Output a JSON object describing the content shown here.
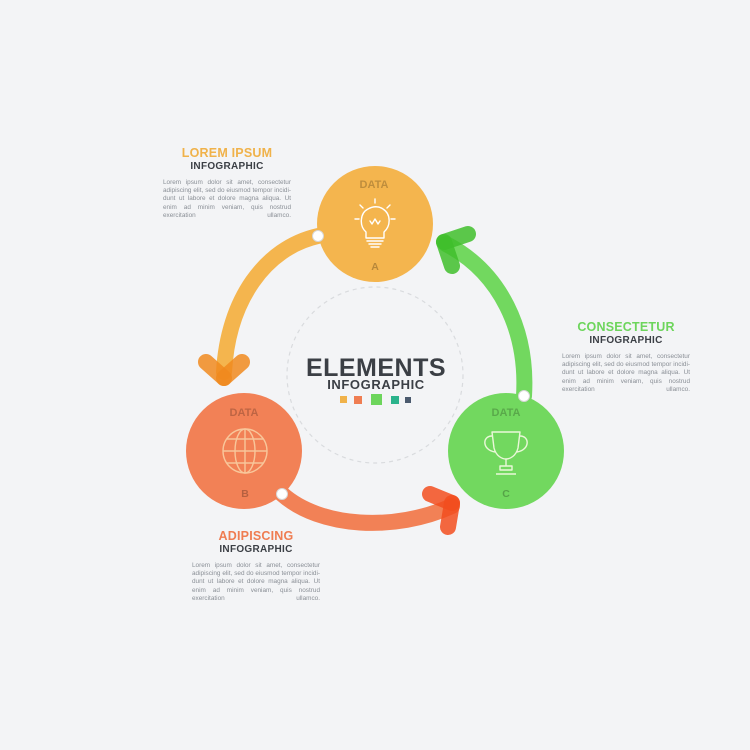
{
  "center": {
    "title": "ELEMENTS",
    "subtitle": "INFOGRAPHIC"
  },
  "legend_colors": [
    "#f0b24a",
    "#ef7d52",
    "#6dd55c",
    "#2bb38c",
    "#4b5a6e"
  ],
  "nodes": [
    {
      "data_label": "DATA",
      "letter": "A",
      "icon": "lightbulb-icon",
      "color": "#f4b54e",
      "icon_color": "#ffffff"
    },
    {
      "data_label": "DATA",
      "letter": "B",
      "icon": "globe-icon",
      "color": "#f28156",
      "icon_color": "#f8c69a"
    },
    {
      "data_label": "DATA",
      "letter": "C",
      "icon": "trophy-icon",
      "color": "#72d85f",
      "icon_color": "#eaf7d8"
    }
  ],
  "blocks": [
    {
      "title": "LOREM IPSUM",
      "subtitle": "INFOGRAPHIC",
      "body": "Lorem ipsum dolor sit amet, consectetur adipiscing elit, sed do eiusmod tempor incidi-dunt ut labore et dolore magna aliqua. Ut enim ad minim veniam, quis nostrud exercitation ullamco."
    },
    {
      "title": "ADIPISCING",
      "subtitle": "INFOGRAPHIC",
      "body": "Lorem ipsum dolor sit amet, consectetur adipiscing elit, sed do eiusmod tempor incidi-dunt ut labore et dolore magna aliqua. Ut enim ad minim veniam, quis nostrud exercitation ullamco."
    },
    {
      "title": "CONSECTETUR",
      "subtitle": "INFOGRAPHIC",
      "body": "Lorem ipsum dolor sit amet, consectetur adipiscing elit, sed do eiusmod tempor incidi-dunt ut labore et dolore magna aliqua. Ut enim ad minim veniam, quis nostrud exercitation ullamco."
    }
  ],
  "arrow_colors": {
    "a_to_b": "#f4b54e",
    "b_to_c": "#f28156",
    "c_to_a": "#72d85f"
  },
  "arrow_head_colors": {
    "a_to_b": "#f08a1e",
    "b_to_c": "#f24d1f",
    "c_to_a": "#3fbe2c"
  }
}
